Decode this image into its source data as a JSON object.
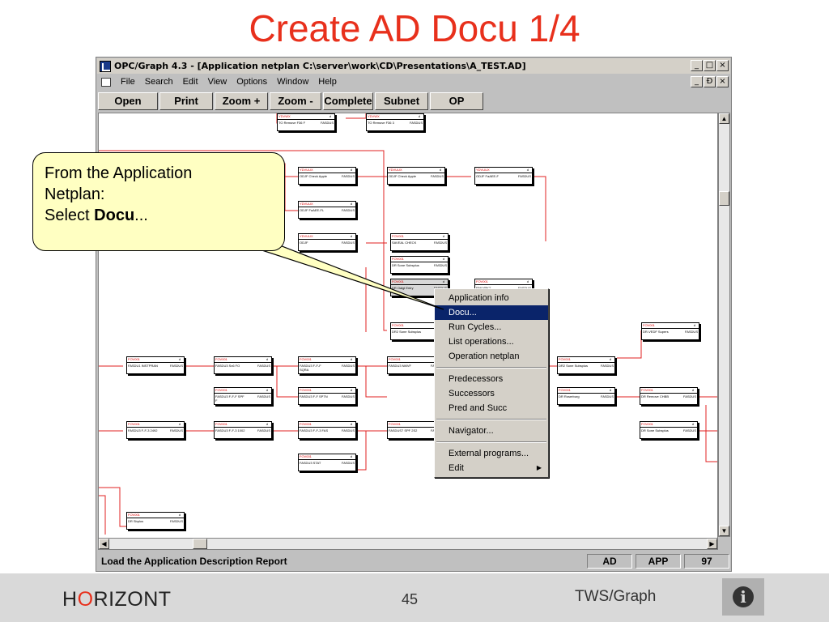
{
  "slide": {
    "title": "Create AD Docu 1/4"
  },
  "window": {
    "title": "OPC/Graph 4.3 - [Application netplan C:\\server\\work\\CD\\Presentations\\A_TEST.AD]",
    "controls": [
      "_",
      "□",
      "×"
    ],
    "mdi_controls": [
      "_",
      "Ɖ",
      "×"
    ]
  },
  "menu": {
    "items": [
      "File",
      "Search",
      "Edit",
      "View",
      "Options",
      "Window",
      "Help"
    ]
  },
  "toolbar": {
    "buttons": [
      "Open",
      "Print",
      "Zoom +",
      "Zoom -",
      "Complete",
      "Subnet",
      "OP"
    ]
  },
  "context_menu": {
    "items": [
      "Application info",
      "Docu...",
      "Run Cycles...",
      "List operations...",
      "Operation netplan",
      "Predecessors",
      "Successors",
      "Pred and Succ",
      "Navigator...",
      "External programs...",
      "Edit"
    ],
    "selected": "Docu...",
    "submenu_arrow": "▶"
  },
  "callout": {
    "line1": "From the Application",
    "line2": "Netplan:",
    "line3_prefix": "Select ",
    "line3_bold": "Docu",
    "line3_suffix": "..."
  },
  "statusbar": {
    "text": "Load the Application Description Report",
    "cells": [
      "AD",
      "APP",
      "97"
    ]
  },
  "footer": {
    "brand_h": "H",
    "brand_o": "O",
    "brand_rest": "RIZONT",
    "page_number": "45",
    "product": "TWS/Graph",
    "info_glyph": "i"
  },
  "colors": {
    "title": "#e8301c",
    "link_line": "#e02020",
    "menu_highlight": "#0a246a",
    "callout_fill": "#ffffc2"
  }
}
